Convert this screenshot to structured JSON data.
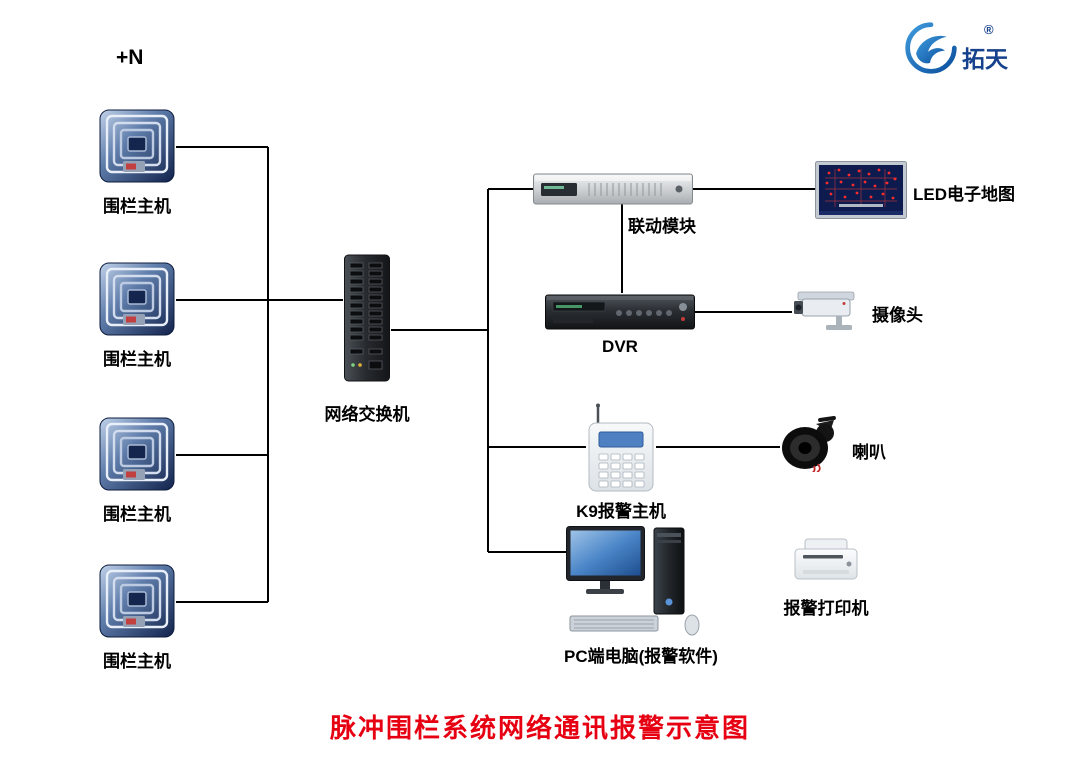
{
  "header": {
    "brand_name": "拓天",
    "registered_mark": "®"
  },
  "diagram": {
    "multiplier_note": "+N",
    "nodes": {
      "fence_host": {
        "label": "围栏主机"
      },
      "network_switch": {
        "label": "网络交换机"
      },
      "linkage_module": {
        "label": "联动模块"
      },
      "led_map": {
        "label": "LED电子地图"
      },
      "dvr": {
        "label": "DVR"
      },
      "camera": {
        "label": "摄像头"
      },
      "k9_alarm_host": {
        "label": "K9报警主机"
      },
      "horn_speaker": {
        "label": "喇叭"
      },
      "pc_computer": {
        "label": "PC端电脑(报警软件)"
      },
      "alarm_printer": {
        "label": "报警打印机"
      }
    }
  },
  "footer": {
    "title": "脉冲围栏系统网络通讯报警示意图",
    "title_color": "#e60012"
  },
  "colors": {
    "connection_line": "#000000",
    "brand_blue": "#0b4f9e",
    "title_red": "#e60012"
  }
}
